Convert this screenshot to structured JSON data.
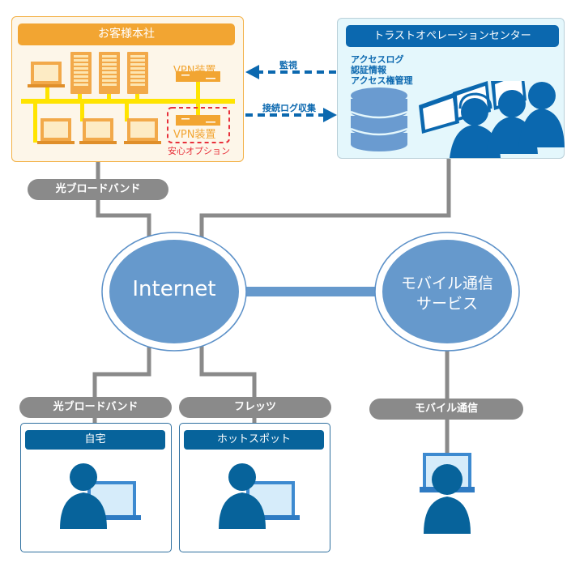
{
  "colors": {
    "hq_accent": "#f2a532",
    "hq_bus": "#ffe400",
    "toc_accent": "#0b68af",
    "network_line": "#8a8a8a",
    "cloud_fill": "#6699cc",
    "option_red": "#e8303a",
    "user_icon": "#07639b",
    "card_header": "#07639b"
  },
  "customer_hq": {
    "title": "お客様本社",
    "vpn_primary_label": "VPN装置",
    "vpn_option_label": "VPN装置",
    "option_caption": "安心オプション"
  },
  "trust_center": {
    "title": "トラストオペレーションセンター",
    "services": [
      "アクセスログ",
      "認証情報",
      "アクセス権管理"
    ]
  },
  "arrows": {
    "monitor_label": "監視",
    "log_collect_label": "接続ログ収集"
  },
  "network": {
    "internet_label": "Internet",
    "mobile_service_label_line1": "モバイル通信",
    "mobile_service_label_line2": "サービス",
    "hq_link_label": "光ブロードバンド"
  },
  "endpoints": [
    {
      "link_label": "光ブロードバンド",
      "location": "自宅"
    },
    {
      "link_label": "フレッツ",
      "location": "ホットスポット"
    },
    {
      "link_label": "モバイル通信",
      "location": ""
    }
  ]
}
